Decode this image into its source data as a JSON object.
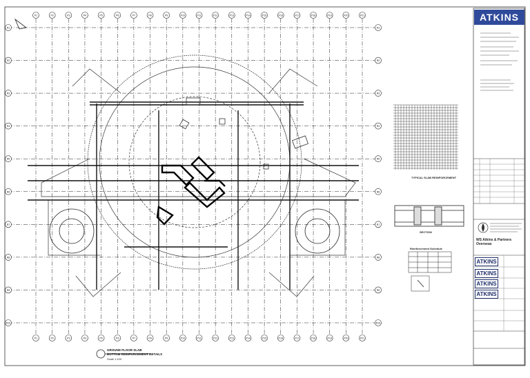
{
  "title_block": {
    "logo_text": "ATKINS",
    "client_name": "WS Atkins & Partners Overseas",
    "atkins_logos": [
      "ATKINS",
      "ATKINS",
      "ATKINS",
      "ATKINS"
    ]
  },
  "drawing": {
    "title_line1": "GROUND FLOOR SLAB",
    "title_line2": "BOTTOM REINFORCEMENT DETAILS",
    "scale_label": "Scale 1:100",
    "grid_top": [
      "P1",
      "P2",
      "P3",
      "P4",
      "P5",
      "P6",
      "P7",
      "P8",
      "P9",
      "P10",
      "P11",
      "P12",
      "P13",
      "P14",
      "P15",
      "P16",
      "P17",
      "P18",
      "P19",
      "P20",
      "P21"
    ],
    "grid_left": [
      "R1",
      "R2",
      "R3",
      "R4",
      "R5",
      "R6",
      "R7",
      "R8",
      "R9",
      "R10"
    ],
    "detail_plan_label": "TYPICAL SLAB REINFORCEMENT",
    "detail_section_label": "SECTION",
    "schedule_title": "Reinforcement Schedule"
  },
  "colors": {
    "brand": "#2f4a9a",
    "line": "#222222"
  }
}
